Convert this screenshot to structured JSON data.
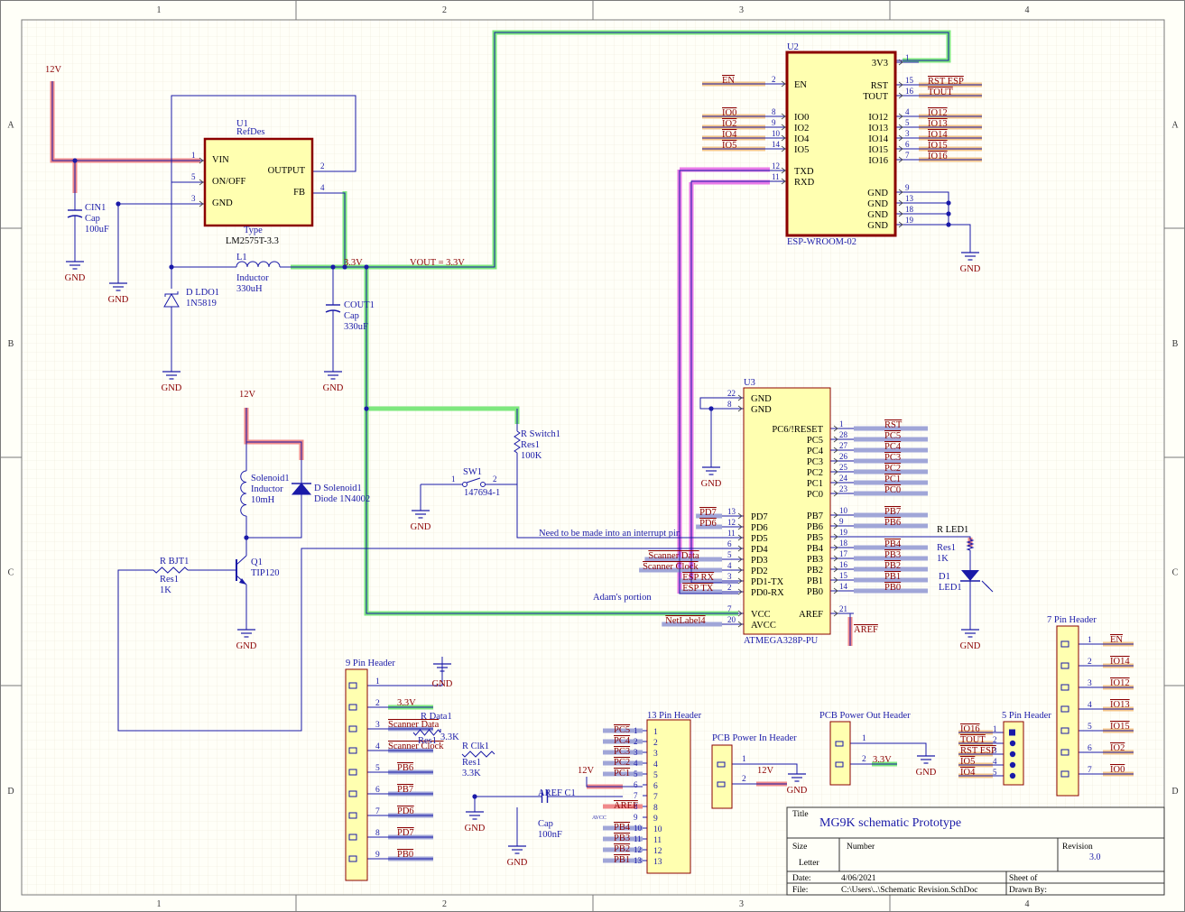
{
  "zones": {
    "columns": [
      "1",
      "2",
      "3",
      "4"
    ],
    "rows": [
      "A",
      "B",
      "C",
      "D"
    ]
  },
  "power": {
    "u1": "12V",
    "solenoid": "12V",
    "header13": "12V",
    "pcb_in": "12V"
  },
  "gnd": "GND",
  "u1": {
    "refdes": "U1",
    "sub": "RefDes",
    "type_label": "Type",
    "type": "LM2575T-3.3",
    "vin": "VIN",
    "onoff": "ON/OFF",
    "gnd": "GND",
    "output": "OUTPUT",
    "fb": "FB",
    "p1": "1",
    "p5": "5",
    "p3": "3",
    "p2": "2",
    "p4": "4"
  },
  "cin1": {
    "name": "CIN1",
    "type": "Cap",
    "value": "100uF"
  },
  "l1": {
    "name": "L1",
    "type": "Inductor",
    "value": "330uH"
  },
  "dldo1": {
    "name": "D LDO1",
    "part": "1N5819"
  },
  "cout1": {
    "name": "COUT1",
    "type": "Cap",
    "value": "330uF"
  },
  "nets": {
    "v33": "3.3V",
    "vout": "VOUT = 3.3V",
    "interrupt_note": "Need to be made into an interrupt pin",
    "adam": "Adam's portion"
  },
  "u2": {
    "refdes": "U2",
    "part": "ESP-WROOM-02",
    "left": [
      {
        "num": "2",
        "name": "EN",
        "net": "EN"
      },
      {
        "num": "8",
        "name": "IO0",
        "net": "IO0"
      },
      {
        "num": "9",
        "name": "IO2",
        "net": "IO2"
      },
      {
        "num": "10",
        "name": "IO4",
        "net": "IO4"
      },
      {
        "num": "14",
        "name": "IO5",
        "net": "IO5"
      },
      {
        "num": "12",
        "name": "TXD",
        "net": ""
      },
      {
        "num": "11",
        "name": "RXD",
        "net": ""
      }
    ],
    "right": [
      {
        "num": "1",
        "name": "3V3",
        "net": ""
      },
      {
        "num": "15",
        "name": "RST",
        "net": "RST ESP"
      },
      {
        "num": "16",
        "name": "TOUT",
        "net": "TOUT"
      },
      {
        "num": "4",
        "name": "IO12",
        "net": "IO12"
      },
      {
        "num": "5",
        "name": "IO13",
        "net": "IO13"
      },
      {
        "num": "3",
        "name": "IO14",
        "net": "IO14"
      },
      {
        "num": "6",
        "name": "IO15",
        "net": "IO15"
      },
      {
        "num": "7",
        "name": "IO16",
        "net": "IO16"
      },
      {
        "num": "9",
        "name": "GND",
        "net": ""
      },
      {
        "num": "13",
        "name": "GND",
        "net": ""
      },
      {
        "num": "18",
        "name": "GND",
        "net": ""
      },
      {
        "num": "19",
        "name": "GND",
        "net": ""
      }
    ]
  },
  "u3": {
    "refdes": "U3",
    "part": "ATMEGA328P-PU",
    "left": [
      {
        "num": "22",
        "name": "GND",
        "net": ""
      },
      {
        "num": "8",
        "name": "GND",
        "net": ""
      },
      {
        "num": "13",
        "name": "PD7",
        "net": "PD7"
      },
      {
        "num": "12",
        "name": "PD6",
        "net": "PD6"
      },
      {
        "num": "11",
        "name": "PD5",
        "net": ""
      },
      {
        "num": "6",
        "name": "PD4",
        "net": ""
      },
      {
        "num": "5",
        "name": "PD3",
        "net": "Scanner Data"
      },
      {
        "num": "4",
        "name": "PD2",
        "net": "Scanner Clock"
      },
      {
        "num": "3",
        "name": "PD1-TX",
        "net": "ESP RX"
      },
      {
        "num": "2",
        "name": "PD0-RX",
        "net": "ESP TX"
      },
      {
        "num": "7",
        "name": "VCC",
        "net": ""
      },
      {
        "num": "20",
        "name": "AVCC",
        "net": "NetLabel4"
      }
    ],
    "right": [
      {
        "num": "1",
        "name": "PC6/!RESET",
        "net": "RST"
      },
      {
        "num": "28",
        "name": "PC5",
        "net": "PC5"
      },
      {
        "num": "27",
        "name": "PC4",
        "net": "PC4"
      },
      {
        "num": "26",
        "name": "PC3",
        "net": "PC3"
      },
      {
        "num": "25",
        "name": "PC2",
        "net": "PC2"
      },
      {
        "num": "24",
        "name": "PC1",
        "net": "PC1"
      },
      {
        "num": "23",
        "name": "PC0",
        "net": "PC0"
      },
      {
        "num": "10",
        "name": "PB7",
        "net": "PB7"
      },
      {
        "num": "9",
        "name": "PB6",
        "net": "PB6"
      },
      {
        "num": "19",
        "name": "PB5",
        "net": ""
      },
      {
        "num": "18",
        "name": "PB4",
        "net": "PB4"
      },
      {
        "num": "17",
        "name": "PB3",
        "net": "PB3"
      },
      {
        "num": "16",
        "name": "PB2",
        "net": "PB2"
      },
      {
        "num": "15",
        "name": "PB1",
        "net": "PB1"
      },
      {
        "num": "14",
        "name": "PB0",
        "net": "PB0"
      },
      {
        "num": "21",
        "name": "AREF",
        "net": "AREF"
      }
    ]
  },
  "rswitch1": {
    "name": "R Switch1",
    "type": "Res1",
    "value": "100K"
  },
  "sw1": {
    "name": "SW1",
    "part": "147694-1",
    "p1": "1",
    "p2": "2"
  },
  "solenoid": {
    "l_name": "Solenoid1",
    "l_type": "Inductor",
    "l_value": "10mH",
    "d_name": "D Solenoid1",
    "d_part": "Diode 1N4002"
  },
  "q1": {
    "name": "Q1",
    "part": "TIP120"
  },
  "rbjt1": {
    "name": "R BJT1",
    "type": "Res1",
    "value": "1K"
  },
  "rled1": {
    "name": "R LED1",
    "type": "Res1",
    "value": "1K"
  },
  "d1": {
    "name": "D1",
    "part": "LED1"
  },
  "h9": {
    "title": "9 Pin Header",
    "pins": [
      {
        "num": "1",
        "net": ""
      },
      {
        "num": "2",
        "net": "3.3V"
      },
      {
        "num": "3",
        "net": "Scanner Data"
      },
      {
        "num": "4",
        "net": "Scanner Clock"
      },
      {
        "num": "5",
        "net": "PB6"
      },
      {
        "num": "6",
        "net": "PB7"
      },
      {
        "num": "7",
        "net": "PD6"
      },
      {
        "num": "8",
        "net": "PD7"
      },
      {
        "num": "9",
        "net": "PB0"
      }
    ]
  },
  "rdata1": {
    "name": "R Data1",
    "type": "Res1",
    "value": "3.3K"
  },
  "rclk1": {
    "name": "R Clk1",
    "type": "Res1",
    "value": "3.3K"
  },
  "arefc1": {
    "name": "AREF C1",
    "type": "Cap",
    "value": "100nF"
  },
  "h13": {
    "title": "13 Pin Header",
    "pins": [
      {
        "num": "1",
        "net": "PC5"
      },
      {
        "num": "2",
        "net": "PC4"
      },
      {
        "num": "3",
        "net": "PC3"
      },
      {
        "num": "4",
        "net": "PC2"
      },
      {
        "num": "5",
        "net": "PC1"
      },
      {
        "num": "6",
        "net": ""
      },
      {
        "num": "7",
        "net": ""
      },
      {
        "num": "8",
        "net": "AREF"
      },
      {
        "num": "9",
        "net": ""
      },
      {
        "num": "10",
        "net": "PB4"
      },
      {
        "num": "11",
        "net": "PB3"
      },
      {
        "num": "12",
        "net": "PB2"
      },
      {
        "num": "13",
        "net": "PB1"
      }
    ],
    "avcc": "AVCC"
  },
  "pcb_in": {
    "title": "PCB Power In Header",
    "p1": "1",
    "p2": "2"
  },
  "pcb_out": {
    "title": "PCB Power Out Header",
    "p1": "1",
    "p2": "2"
  },
  "h5": {
    "title": "5 Pin Header",
    "pins": [
      {
        "num": "1",
        "net": "IO16"
      },
      {
        "num": "2",
        "net": "TOUT"
      },
      {
        "num": "3",
        "net": "RST ESP"
      },
      {
        "num": "4",
        "net": "IO5"
      },
      {
        "num": "5",
        "net": "IO4"
      }
    ]
  },
  "h7": {
    "title": "7 Pin Header",
    "pins": [
      {
        "num": "1",
        "net": "EN"
      },
      {
        "num": "2",
        "net": "IO14"
      },
      {
        "num": "3",
        "net": "IO12"
      },
      {
        "num": "4",
        "net": "IO13"
      },
      {
        "num": "5",
        "net": "IO15"
      },
      {
        "num": "6",
        "net": "IO2"
      },
      {
        "num": "7",
        "net": "IO0"
      }
    ]
  },
  "titleblock": {
    "title_label": "Title",
    "title": "MG9K schematic Prototype",
    "size_label": "Size",
    "size": "Letter",
    "number_label": "Number",
    "revision_label": "Revision",
    "revision": "3.0",
    "date_label": "Date:",
    "date": "4/06/2021",
    "sheet_label": "Sheet   of",
    "file_label": "File:",
    "file": "C:\\Users\\..\\Schematic Revision.SchDoc",
    "drawn_label": "Drawn By:"
  },
  "colors": {
    "background": "#fffff8",
    "grid": "#ece8d8",
    "border": "#7a7a7a",
    "wire": "#1a1aa8",
    "component_fill": "#ffffb0",
    "component_border": "#8b0000",
    "power_label": "#8b0000",
    "hl_green": "#7ee87e",
    "hl_red": "#f08a8a",
    "hl_magenta": "#e87ae8",
    "hl_orange": "#f4c68a",
    "hl_blue": "#a0a6d8"
  }
}
